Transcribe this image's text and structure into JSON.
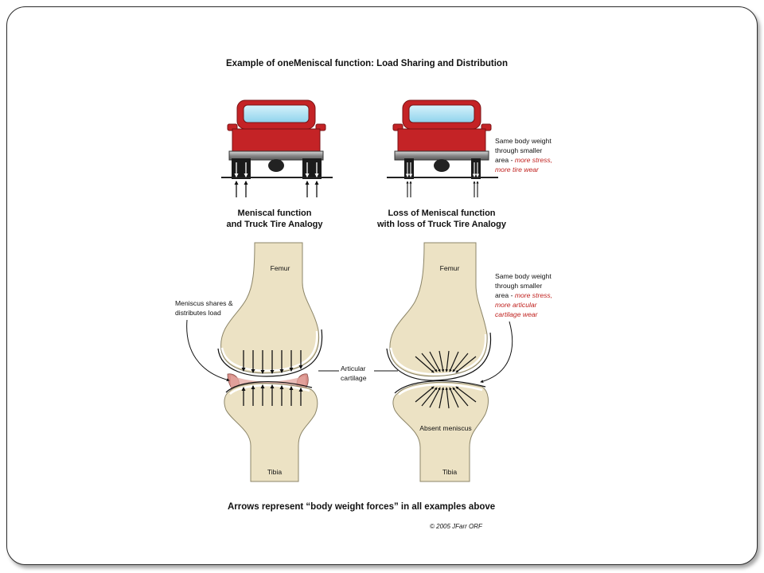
{
  "figure": {
    "title": "Example of oneMeniscal function: Load Sharing and Distribution",
    "truck_left_caption": [
      "Meniscal function",
      "and Truck Tire Analogy"
    ],
    "truck_right_caption": [
      "Loss of Meniscal function",
      "with loss of Truck Tire Analogy"
    ],
    "truck_note": {
      "line1": "Same body weight",
      "line2": "through smaller",
      "line3": "area - ",
      "line3_red": "more stress,",
      "line4_red": "more tire wear"
    },
    "left_knee": {
      "femur": "Femur",
      "tibia": "Tibia",
      "meniscus_note": [
        "Meniscus shares &",
        "distributes load"
      ]
    },
    "right_knee": {
      "femur": "Femur",
      "tibia": "Tibia",
      "absent": "Absent meniscus",
      "note": {
        "line1": "Same body weight",
        "line2": "through smaller",
        "line3": "area - ",
        "line3_red": "more stress,",
        "line4_red": "more articular",
        "line5_red": "cartilage wear"
      }
    },
    "articular_label": [
      "Articular",
      "cartilage"
    ],
    "footer": "Arrows represent “body weight forces” in all examples above",
    "copyright": "© 2005 JFarr ORF"
  },
  "colors": {
    "bone": "#ece2c4",
    "truck_red": "#c42326",
    "meniscus": "#d9908a",
    "note_red": "#c0221f",
    "frame": "#2a2a2a"
  }
}
